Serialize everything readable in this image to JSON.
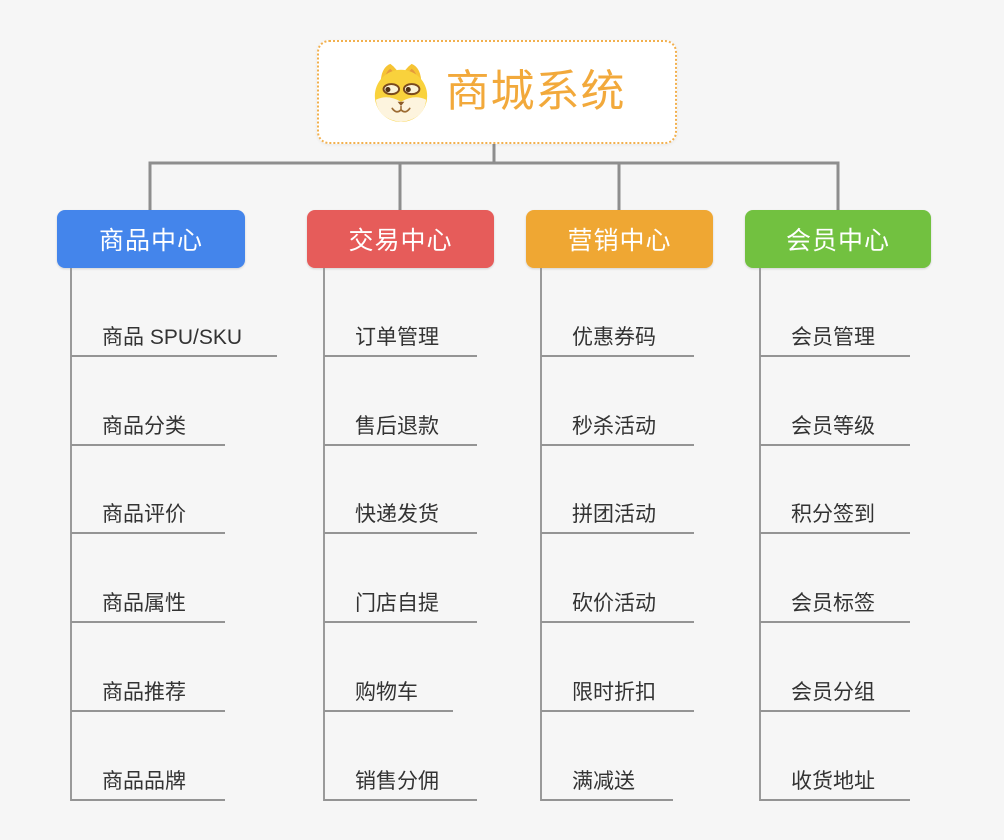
{
  "diagram_title": "商城系统",
  "root": {
    "label": "商城系统",
    "icon": "dog-face-icon",
    "text_color": "#f2a93b",
    "border_color": "#f2b04e"
  },
  "branches": [
    {
      "label": "商品中心",
      "color": "#4485eb",
      "items": [
        "商品 SPU/SKU",
        "商品分类",
        "商品评价",
        "商品属性",
        "商品推荐",
        "商品品牌"
      ]
    },
    {
      "label": "交易中心",
      "color": "#e65c5a",
      "items": [
        "订单管理",
        "售后退款",
        "快递发货",
        "门店自提",
        "购物车",
        "销售分佣"
      ]
    },
    {
      "label": "营销中心",
      "color": "#efa733",
      "items": [
        "优惠券码",
        "秒杀活动",
        "拼团活动",
        "砍价活动",
        "限时折扣",
        "满减送"
      ]
    },
    {
      "label": "会员中心",
      "color": "#72c140",
      "items": [
        "会员管理",
        "会员等级",
        "积分签到",
        "会员标签",
        "会员分组",
        "收货地址"
      ]
    }
  ],
  "colors": {
    "background": "#f6f6f6",
    "connector": "#8e8e8e",
    "leaf_line": "#949494",
    "leaf_text": "#333333"
  }
}
